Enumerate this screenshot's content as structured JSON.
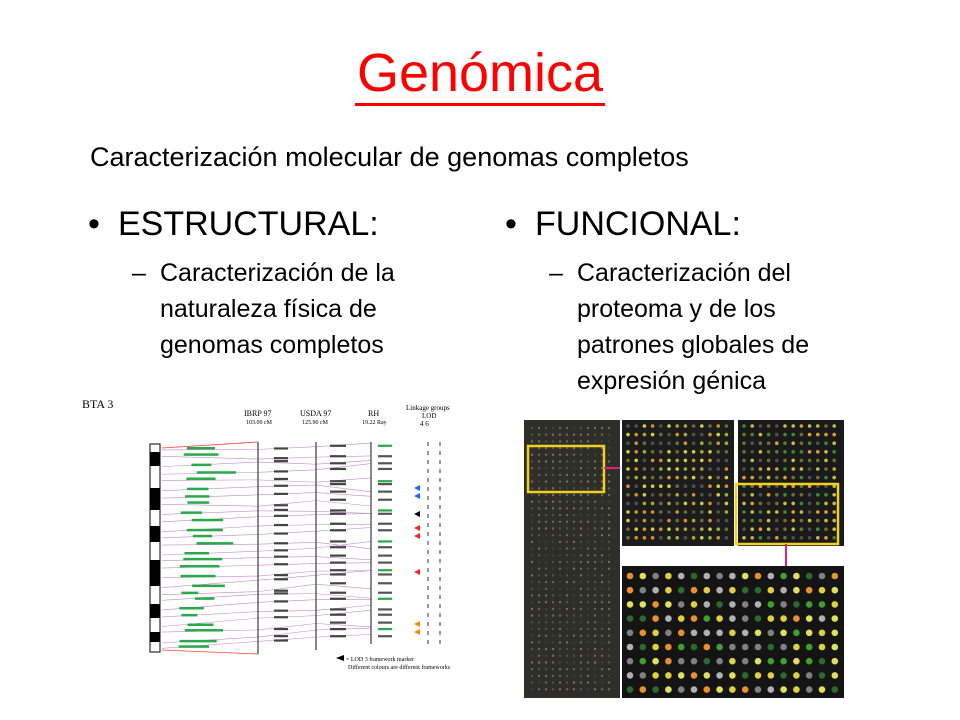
{
  "title": "Genómica",
  "subtitle": "Caracterización molecular de genomas completos",
  "left": {
    "heading": "ESTRUCTURAL:",
    "item": "Caracterización de la naturaleza física de genomas completos"
  },
  "right": {
    "heading": "FUNCIONAL:",
    "item": "Caracterización del proteoma y de los patrones globales de expresión génica"
  },
  "map": {
    "chromosome": "BTA 3",
    "col1_title": "IBRP 97",
    "col1_sub": "103.00 cM",
    "col2_title": "USDA 97",
    "col2_sub": "125.90 cM",
    "col3_title": "RH",
    "col3_sub": "19.22 Ray",
    "groups_title": "Linkage groups",
    "groups_lod": "LOD",
    "lod_values": "4   6",
    "legend_1": "= LOD 3 framework marker",
    "legend_2": "Different colours are different frameworks"
  },
  "colors": {
    "title": "#ff0000",
    "highlight": "#f0d020",
    "link": "#e0207a"
  }
}
